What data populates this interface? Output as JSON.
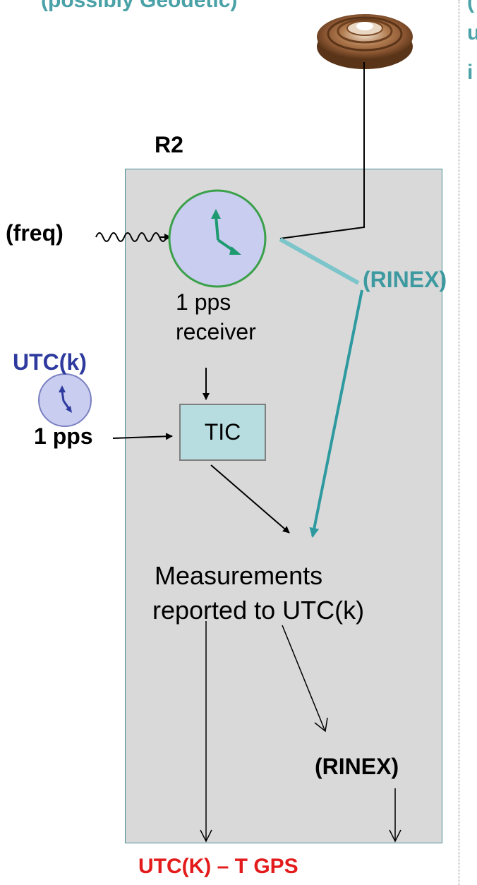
{
  "top": {
    "partial_heading": "(possibly Geodetic)",
    "right_edge_fragments": [
      "(",
      "u",
      "i"
    ]
  },
  "receiver": {
    "label": "R2",
    "freq_label": "(freq)",
    "rinex_link_label": "(RINEX)",
    "pps_receiver_label_line1": "1 pps",
    "pps_receiver_label_line2": "receiver",
    "tic_label": "TIC",
    "measurements_line1": "Measurements",
    "measurements_line2": "reported to UTC(k)",
    "rinex_output_label": "(RINEX)"
  },
  "reference": {
    "utc_label": "UTC(k)",
    "pps_label": "1 pps"
  },
  "output": {
    "utc_minus_gps": "UTC(K) – T GPS"
  },
  "colors": {
    "box_fill": "#d9d9d9",
    "box_border": "#4a8f97",
    "teal": "#3d9aa0",
    "light_teal": "#7cc5cb",
    "clock_face": "#c9cdf0",
    "clock_ring": "#3aa04a",
    "utc_label": "#2e3a9e",
    "output_red": "#e31b1b",
    "heading_teal": "#4aa1a7"
  }
}
